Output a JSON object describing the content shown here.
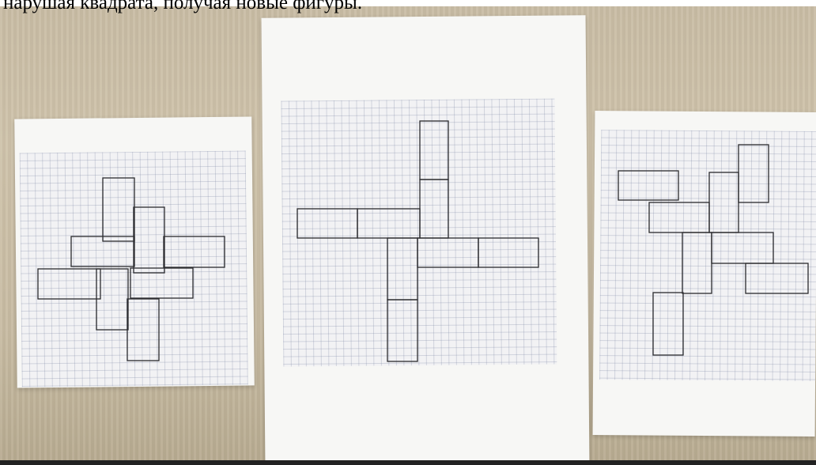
{
  "caption": "нарушая квадрата, получая новые фигуры.",
  "sheets": [
    {
      "name": "left-sheet",
      "figure": "cross-figure-left"
    },
    {
      "name": "middle-sheet",
      "figure": "pinwheel-figure-middle"
    },
    {
      "name": "right-sheet",
      "figure": "pinwheel-figure-right"
    }
  ],
  "colors": {
    "desk": "#c9bda5",
    "paper": "#f7f7f5",
    "grid_line": "#8c92a8",
    "figure_stroke": "#2b2b2e"
  }
}
